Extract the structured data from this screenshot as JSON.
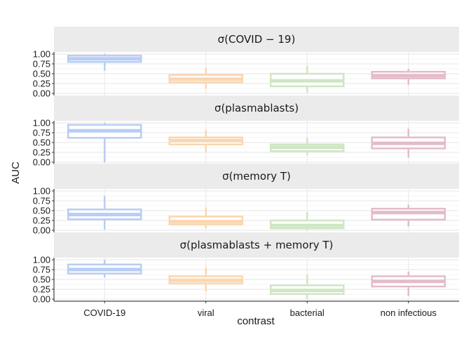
{
  "chart_data": {
    "type": "boxplot",
    "xlabel": "contrast",
    "ylabel": "AUC",
    "ylim": [
      0,
      1
    ],
    "yticks": [
      "0.00",
      "0.25",
      "0.50",
      "0.75",
      "1.00"
    ],
    "categories": [
      "COVID-19",
      "viral",
      "bacterial",
      "non infectious"
    ],
    "colors": [
      "#b8cdf5",
      "#fad6b0",
      "#cfe6c4",
      "#e3bccb"
    ],
    "grid": true,
    "panels": [
      {
        "title": "σ(COVID − 19)",
        "boxes": [
          {
            "category": "COVID-19",
            "min": 0.58,
            "q1": 0.8,
            "median": 0.88,
            "q3": 0.96,
            "max": 1.0
          },
          {
            "category": "viral",
            "min": 0.12,
            "q1": 0.28,
            "median": 0.36,
            "q3": 0.47,
            "max": 0.65
          },
          {
            "category": "bacterial",
            "min": 0.02,
            "q1": 0.18,
            "median": 0.32,
            "q3": 0.5,
            "max": 0.7
          },
          {
            "category": "non infectious",
            "min": 0.22,
            "q1": 0.38,
            "median": 0.45,
            "q3": 0.55,
            "max": 0.62
          }
        ]
      },
      {
        "title": "σ(plasmablasts)",
        "boxes": [
          {
            "category": "COVID-19",
            "min": 0.0,
            "q1": 0.62,
            "median": 0.8,
            "q3": 0.95,
            "max": 1.0
          },
          {
            "category": "viral",
            "min": 0.25,
            "q1": 0.45,
            "median": 0.55,
            "q3": 0.63,
            "max": 0.82
          },
          {
            "category": "bacterial",
            "min": 0.18,
            "q1": 0.28,
            "median": 0.38,
            "q3": 0.45,
            "max": 0.62
          },
          {
            "category": "non infectious",
            "min": 0.12,
            "q1": 0.35,
            "median": 0.48,
            "q3": 0.63,
            "max": 0.85
          }
        ]
      },
      {
        "title": "σ(memory T)",
        "boxes": [
          {
            "category": "COVID-19",
            "min": 0.02,
            "q1": 0.28,
            "median": 0.4,
            "q3": 0.53,
            "max": 0.87
          },
          {
            "category": "viral",
            "min": 0.05,
            "q1": 0.15,
            "median": 0.22,
            "q3": 0.35,
            "max": 0.58
          },
          {
            "category": "bacterial",
            "min": 0.0,
            "q1": 0.05,
            "median": 0.12,
            "q3": 0.25,
            "max": 0.47
          },
          {
            "category": "non infectious",
            "min": 0.1,
            "q1": 0.27,
            "median": 0.45,
            "q3": 0.55,
            "max": 0.65
          }
        ]
      },
      {
        "title": "σ(plasmablasts + memory T)",
        "boxes": [
          {
            "category": "COVID-19",
            "min": 0.55,
            "q1": 0.65,
            "median": 0.75,
            "q3": 0.88,
            "max": 1.0
          },
          {
            "category": "viral",
            "min": 0.2,
            "q1": 0.4,
            "median": 0.48,
            "q3": 0.58,
            "max": 0.8
          },
          {
            "category": "bacterial",
            "min": 0.0,
            "q1": 0.13,
            "median": 0.22,
            "q3": 0.35,
            "max": 0.62
          },
          {
            "category": "non infectious",
            "min": 0.08,
            "q1": 0.32,
            "median": 0.45,
            "q3": 0.58,
            "max": 0.7
          }
        ]
      }
    ]
  }
}
